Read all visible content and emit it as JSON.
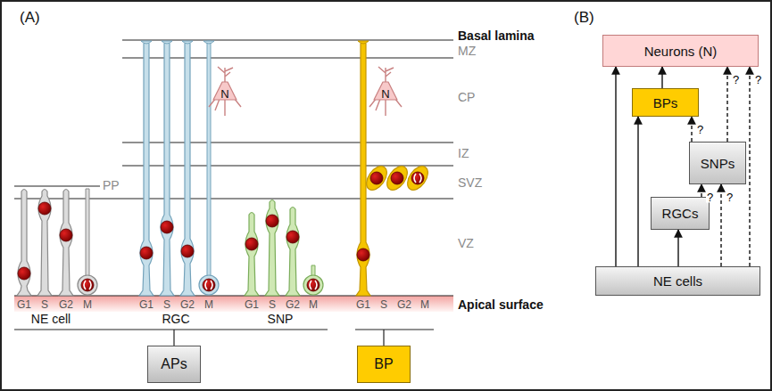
{
  "diagram": {
    "nodes": [
      {
        "text": [
          "N"
        ]
      },
      {
        "text": [
          "N"
        ]
      },
      {
        "text": [
          "APs"
        ]
      },
      {
        "text": [
          "BP"
        ]
      },
      {
        "text": [
          "Neurons (N)"
        ]
      },
      {
        "text": [
          "BPs"
        ]
      },
      {
        "text": [
          "SNPs"
        ]
      },
      {
        "text": [
          "RGCs"
        ]
      },
      {
        "text": [
          "NE cells"
        ]
      }
    ],
    "edges": [
      {
        "from": 8,
        "to": 4,
        "arrow": "to"
      },
      {
        "from": 8,
        "to": 5,
        "arrow": "to"
      },
      {
        "from": 5,
        "to": 4,
        "arrow": "to"
      },
      {
        "from": 8,
        "to": 7,
        "arrow": "to"
      },
      {
        "from": 6,
        "to": 5,
        "label": "?",
        "arrow": "to"
      },
      {
        "from": 7,
        "to": 6,
        "label": "?",
        "arrow": "to"
      },
      {
        "from": 6,
        "to": 4,
        "label": "?",
        "arrow": "to"
      },
      {
        "from": 8,
        "to": 6,
        "label": "?",
        "arrow": "to"
      },
      {
        "from": 8,
        "to": 4,
        "label": "?",
        "arrow": "to"
      }
    ],
    "labels": [
      "(A)",
      "(B)",
      "Basal lamina",
      "MZ",
      "CP",
      "IZ",
      "SVZ",
      "VZ",
      "Apical surface",
      "PP",
      "G1",
      "S",
      "G2",
      "M",
      "G1",
      "S",
      "G2",
      "M",
      "G1",
      "S",
      "G2",
      "M",
      "G1",
      "S",
      "G2",
      "M",
      "NE cell",
      "RGC",
      "SNP"
    ]
  }
}
